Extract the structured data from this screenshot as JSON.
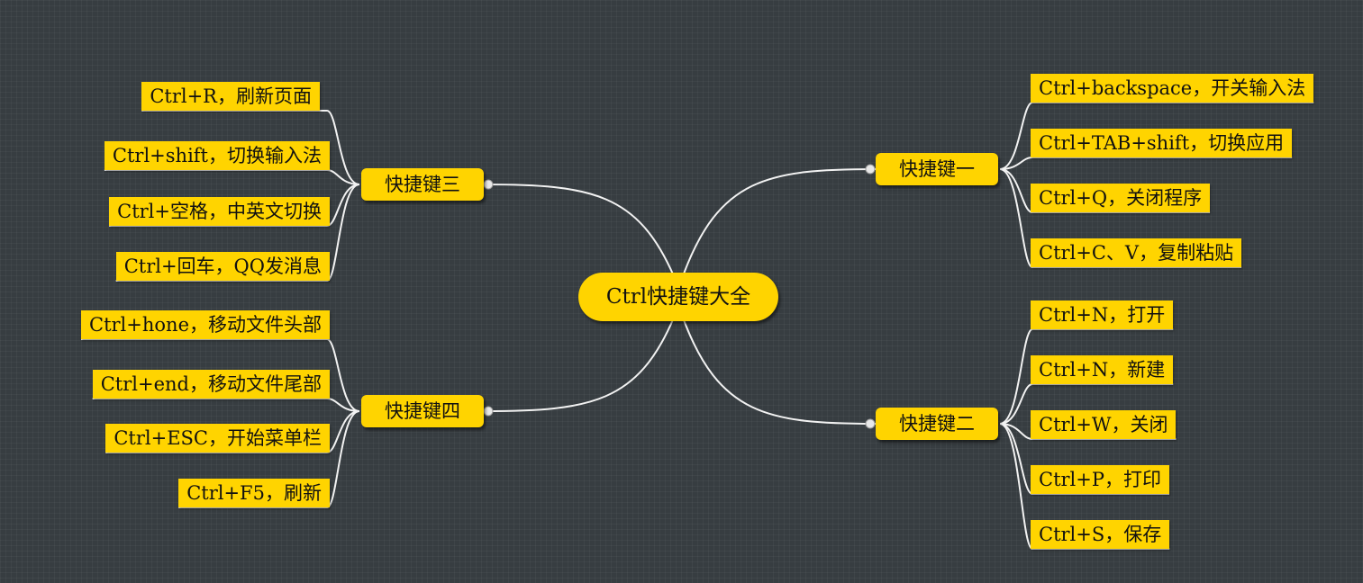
{
  "root": {
    "label": "Ctrl快捷键大全"
  },
  "branches": [
    {
      "label": "快捷键一",
      "items": [
        "Ctrl+backspace，开关输入法",
        "Ctrl+TAB+shift，切换应用",
        "Ctrl+Q，关闭程序",
        "Ctrl+C、V，复制粘贴"
      ]
    },
    {
      "label": "快捷键二",
      "items": [
        "Ctrl+N，打开",
        "Ctrl+N，新建",
        "Ctrl+W，关闭",
        "Ctrl+P，打印",
        "Ctrl+S，保存"
      ]
    },
    {
      "label": "快捷键三",
      "items": [
        "Ctrl+R，刷新页面",
        "Ctrl+shift，切换输入法",
        "Ctrl+空格，中英文切换",
        "Ctrl+回车，QQ发消息"
      ]
    },
    {
      "label": "快捷键四",
      "items": [
        "Ctrl+hone，移动文件头部",
        "Ctrl+end，移动文件尾部",
        "Ctrl+ESC，开始菜单栏",
        "Ctrl+F5，刷新"
      ]
    }
  ],
  "colors": {
    "background": "#373d41",
    "node_fill": "#ffd400",
    "connector": "#f2f2f2",
    "text": "#111111"
  }
}
